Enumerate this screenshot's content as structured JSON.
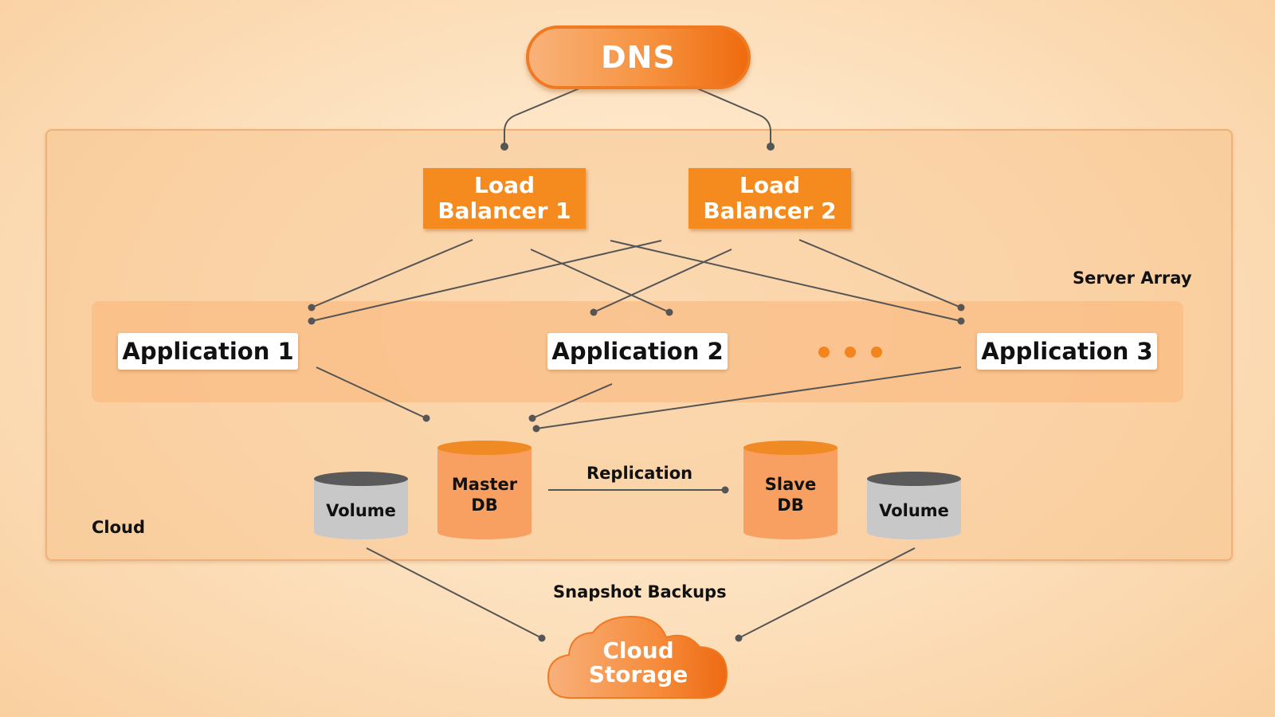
{
  "dns": {
    "label": "DNS"
  },
  "load_balancers": [
    {
      "line1": "Load",
      "line2": "Balancer 1"
    },
    {
      "line1": "Load",
      "line2": "Balancer 2"
    }
  ],
  "server_array": {
    "label": "Server Array",
    "applications": [
      "Application 1",
      "Application 2",
      "Application 3"
    ]
  },
  "databases": {
    "master": {
      "line1": "Master",
      "line2": "DB"
    },
    "slave": {
      "line1": "Slave",
      "line2": "DB"
    },
    "replication_label": "Replication"
  },
  "volumes": [
    "Volume",
    "Volume"
  ],
  "cloud_label": "Cloud",
  "backup": {
    "label": "Snapshot Backups"
  },
  "cloud_storage": {
    "line1": "Cloud",
    "line2": "Storage"
  },
  "colors": {
    "accent": "#f58a1f",
    "connector": "#555555",
    "volume_body": "#c8c8c8",
    "volume_top": "#5a5a5a",
    "db_body": "#f7a062",
    "db_top": "#f08a24"
  }
}
